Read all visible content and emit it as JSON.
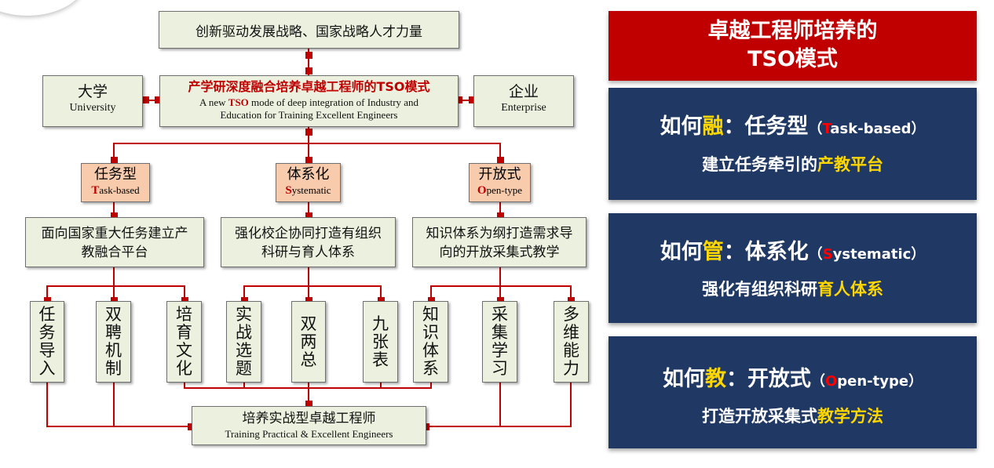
{
  "top_box": "创新驱动发展战略、国家战略人才力量",
  "center": {
    "title_pre": "产学研深度融合培养卓越工程师的",
    "title_tso": "TSO",
    "title_post": "模式",
    "en_pre": "A new",
    "en_tso": "TSO",
    "en_post": "mode of deep integration of Industry and",
    "en_line2": "Education for Training Excellent Engineers"
  },
  "university": {
    "cn": "大学",
    "en": "University"
  },
  "enterprise": {
    "cn": "企业",
    "en": "Enterprise"
  },
  "types": [
    {
      "cn": "任务型",
      "initial": "T",
      "rest": "ask-based"
    },
    {
      "cn": "体系化",
      "initial": "S",
      "rest": "ystematic"
    },
    {
      "cn": "开放式",
      "initial": "O",
      "rest": "pen-type"
    }
  ],
  "mid": [
    {
      "line1": "面向国家重大任务建立产",
      "line2": "教融合平台"
    },
    {
      "line1": "强化校企协同打造有组织",
      "line2": "科研与育人体系"
    },
    {
      "line1": "知识体系为纲打造需求导",
      "line2": "向的开放采集式教学"
    }
  ],
  "leaves": [
    "任务导入",
    "双聘机制",
    "培育文化",
    "实战选题",
    "双两总",
    "九张表",
    "知识体系",
    "采集学习",
    "多维能力"
  ],
  "bottom": {
    "cn": "培养实战型卓越工程师",
    "en": "Training Practical & Excellent Engineers"
  },
  "right": {
    "title_line1": "卓越工程师培养的",
    "title_line2": "TSO模式",
    "title_bg": "#c00000",
    "panel_bg": "#1f3864",
    "accent": "#ffd700",
    "panels": [
      {
        "how": "如何",
        "key": "融",
        "colon": "：",
        "type": "任务型",
        "paren_open": "（",
        "initial": "T",
        "rest": "ask-based",
        "paren_close": "）",
        "line2_a": "建立任务牵引的",
        "line2_b": "产教平台"
      },
      {
        "how": "如何",
        "key": "管",
        "colon": "：",
        "type": "体系化",
        "paren_open": "（",
        "initial": "S",
        "rest": "ystematic",
        "paren_close": "）",
        "line2_a": "强化有组织科研",
        "line2_b": "育人体系"
      },
      {
        "how": "如何",
        "key": "教",
        "colon": "：",
        "type": "开放式",
        "paren_open": "（",
        "initial": "O",
        "rest": "pen-type",
        "paren_close": "）",
        "line2_a": "打造开放采集式",
        "line2_b": "教学方法"
      }
    ]
  }
}
